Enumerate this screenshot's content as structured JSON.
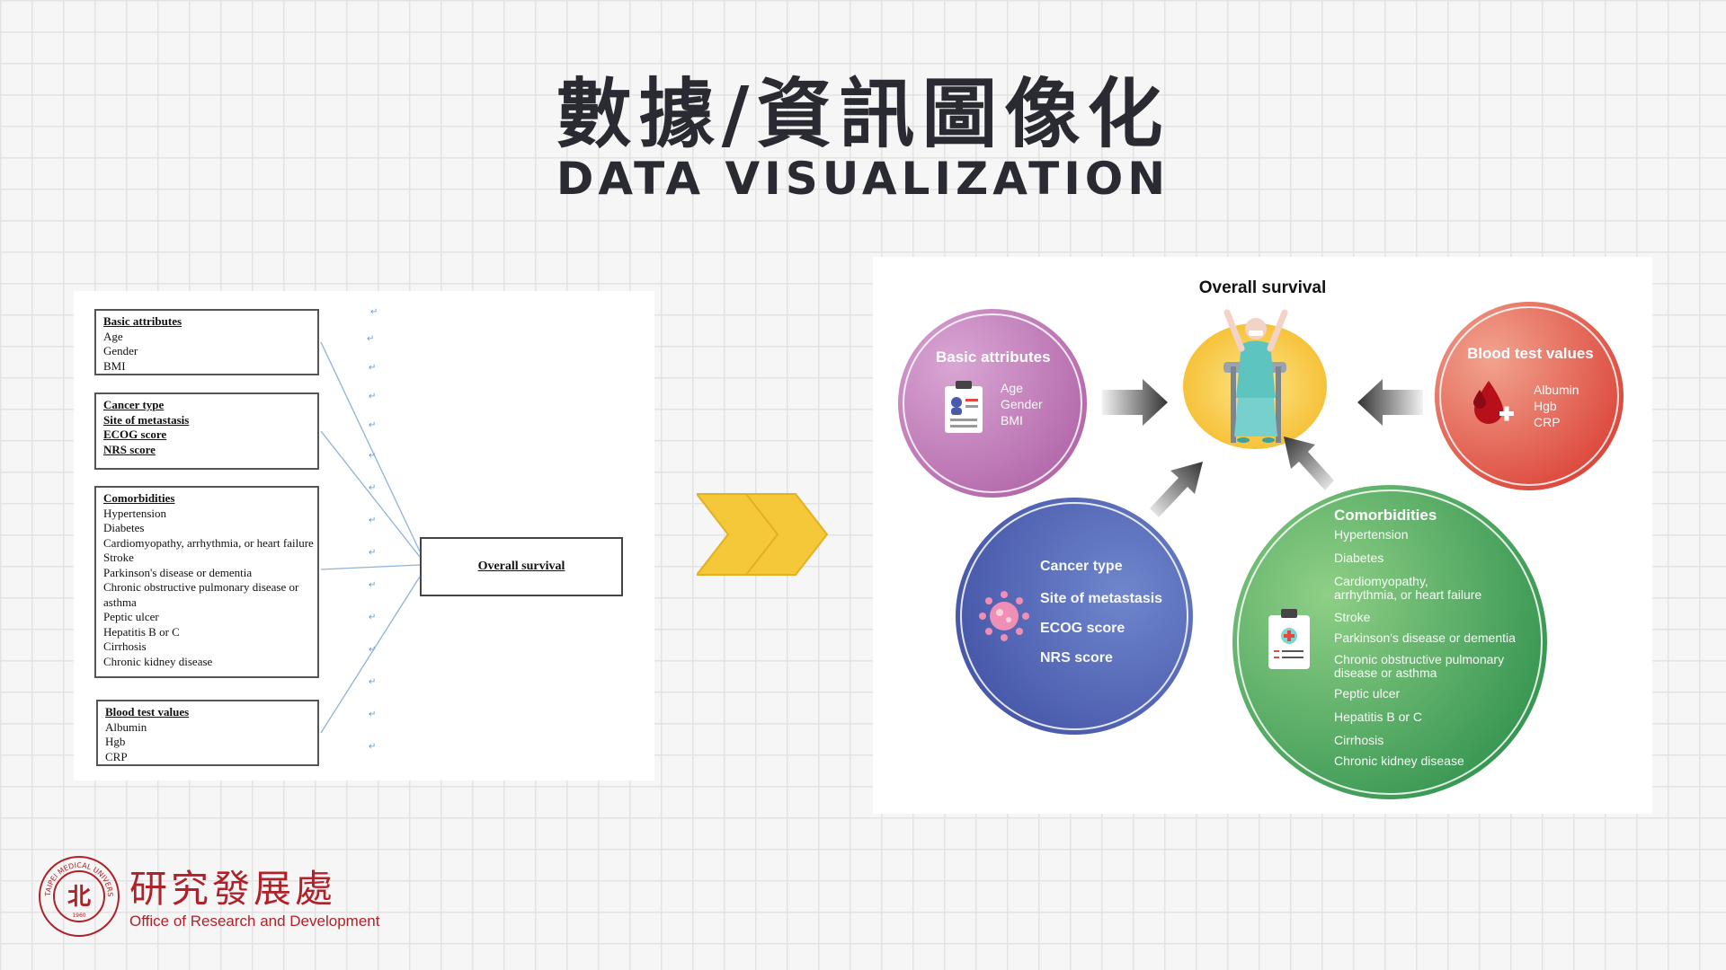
{
  "title_zh": "數據/資訊圖像化",
  "title_en": "DATA VISUALIZATION",
  "before": {
    "groups": [
      {
        "name": "Basic attributes",
        "items": [
          "Age",
          "Gender",
          "BMI"
        ]
      },
      {
        "name": "Cancer type",
        "items": [
          "Site of metastasis",
          "ECOG score",
          "NRS score"
        ],
        "all_bold": true
      },
      {
        "name": "Comorbidities",
        "items": [
          "Hypertension",
          "Diabetes",
          "Cardiomyopathy, arrhythmia, or heart failure",
          "Stroke",
          "Parkinson's disease or dementia",
          "Chronic obstructive pulmonary disease or",
          "asthma",
          "Peptic ulcer",
          "Hepatitis B or C",
          "Cirrhosis",
          "Chronic kidney disease"
        ]
      },
      {
        "name": "Blood test values",
        "items": [
          "Albumin",
          "Hgb",
          "CRP"
        ]
      }
    ],
    "outcome": "Overall survival"
  },
  "after": {
    "outcome": "Overall survival",
    "basic": {
      "title": "Basic attributes",
      "items": [
        "Age",
        "Gender",
        "BMI"
      ]
    },
    "blood": {
      "title": "Blood test values",
      "items": [
        "Albumin",
        "Hgb",
        "CRP"
      ]
    },
    "cancer": {
      "items": [
        "Cancer type",
        "Site of metastasis",
        "ECOG score",
        "NRS score"
      ]
    },
    "comorbidities": {
      "title": "Comorbidities",
      "items": [
        "Hypertension",
        "Diabetes",
        "Cardiomyopathy,",
        "arrhythmia, or heart failure",
        "Stroke",
        "Parkinson's disease or dementia",
        "Chronic obstructive pulmonary",
        "disease or asthma",
        "Peptic ulcer",
        "Hepatitis B or C",
        "Cirrhosis",
        "Chronic kidney disease"
      ]
    }
  },
  "logo": {
    "org_zh": "研究發展處",
    "org_en": "Office of Research and Development",
    "seal_text": "TAIPEI MEDICAL UNIVERSITY",
    "seal_char": "北",
    "seal_year": "1960"
  },
  "colors": {
    "basic": "#b66fb0",
    "cancer": "#4a5bab",
    "comorbidities": "#2f9a4c",
    "blood": "#e2483c",
    "chevron": "#f5c83a",
    "text": "#2a2a33"
  }
}
